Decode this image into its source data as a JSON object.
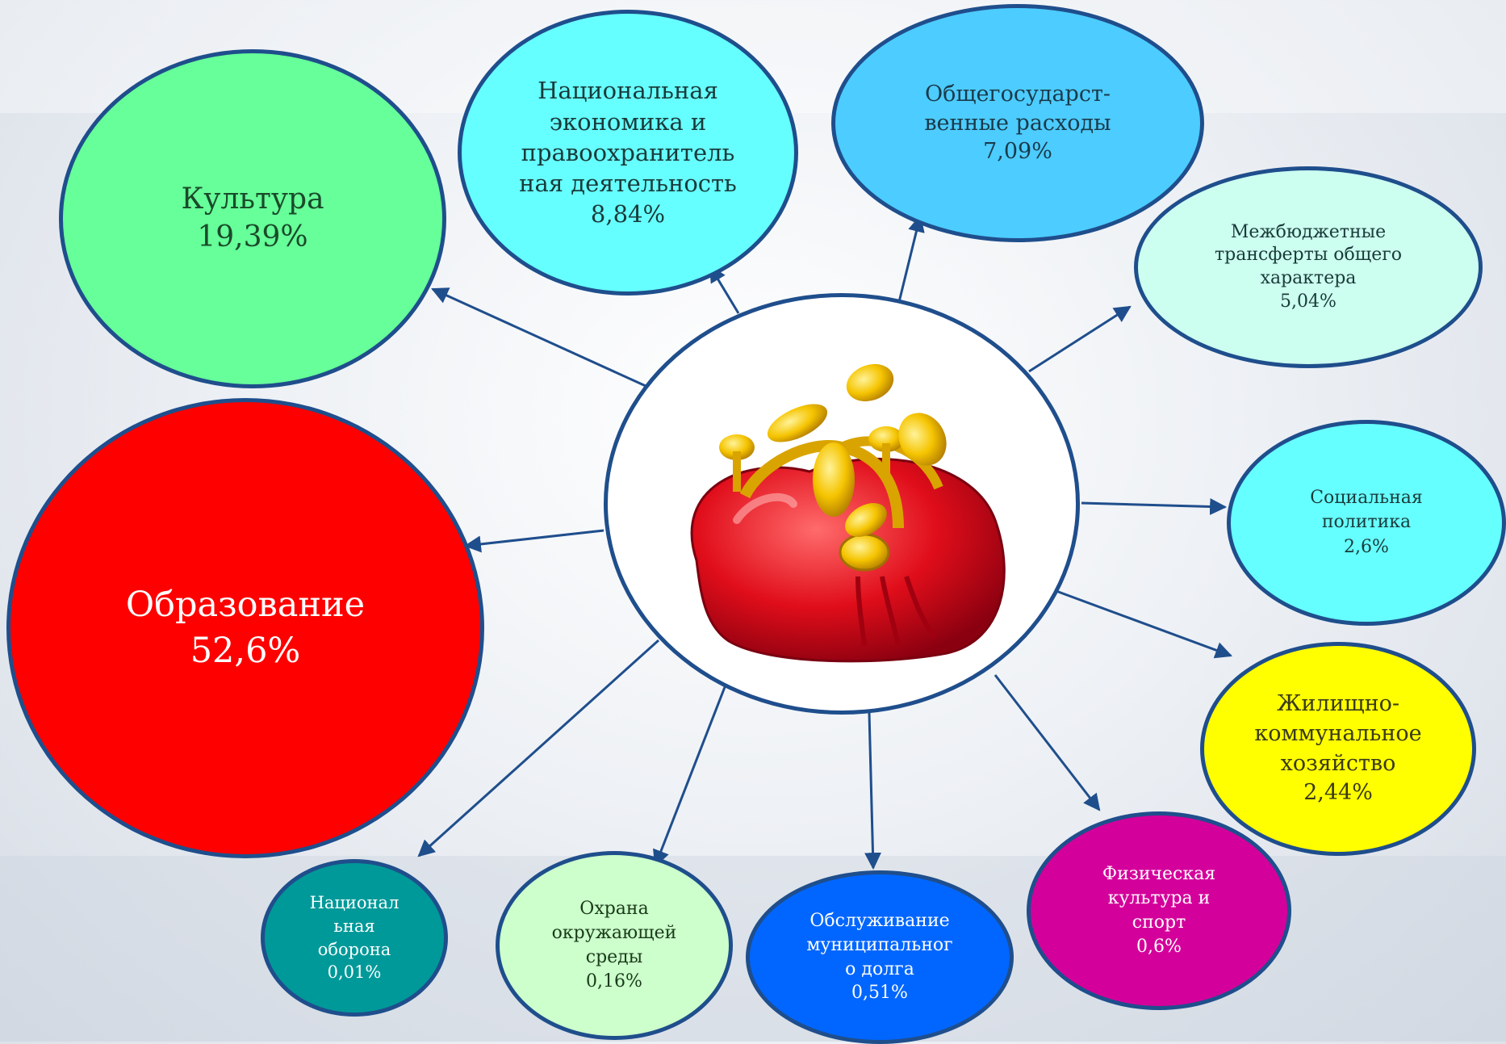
{
  "diagram": {
    "nodes": [
      {
        "id": "kultura",
        "label": "Культура",
        "value": "19,39%",
        "color": "#66ff99",
        "text_color": "#1a4a2a"
      },
      {
        "id": "natsekonomika",
        "label": "Национальная\nэкономика и\nправоохранитель\nная деятельность",
        "value": "8,84%",
        "color": "#66ffff",
        "text_color": "#1a3a3a"
      },
      {
        "id": "obshchegos",
        "label": "Общегосударст-\nвенные расходы",
        "value": "7,09%",
        "color": "#4dccff",
        "text_color": "#1a3a4a"
      },
      {
        "id": "mezhbyudzhet",
        "label": "Межбюджетные\nтрансферты общего\nхарактера",
        "value": "5,04%",
        "color": "#ccfff0",
        "text_color": "#1a3a3a"
      },
      {
        "id": "sotspolitika",
        "label": "Социальная\nполитика",
        "value": "2,6%",
        "color": "#66ffff",
        "text_color": "#1a3a3a"
      },
      {
        "id": "zhkh",
        "label": "Жилищно-\nкоммунальное\nхозяйство",
        "value": "2,44%",
        "color": "#ffff00",
        "text_color": "#3a3a1a"
      },
      {
        "id": "fizkultura",
        "label": "Физическая\nкультура и\nспорт",
        "value": "0,6%",
        "color": "#d4009b",
        "text_color": "#ffffff"
      },
      {
        "id": "obsluzhivanie",
        "label": "Обслуживание\nмуниципальног\nо долга",
        "value": "0,51%",
        "color": "#0066ff",
        "text_color": "#ffffff"
      },
      {
        "id": "okhrana",
        "label": "Охрана\nокружающей\nсреды",
        "value": "0,16%",
        "color": "#ccffcc",
        "text_color": "#1a3a1a"
      },
      {
        "id": "oborona",
        "label": "Национал\nьная\nоборона",
        "value": "0,01%",
        "color": "#009999",
        "text_color": "#ffffff"
      },
      {
        "id": "obrazovanie",
        "label": "Образование",
        "value": "52,6%",
        "color": "#ff0000",
        "text_color": "#ffffff"
      }
    ],
    "center_icon": "coin-purse-icon"
  }
}
